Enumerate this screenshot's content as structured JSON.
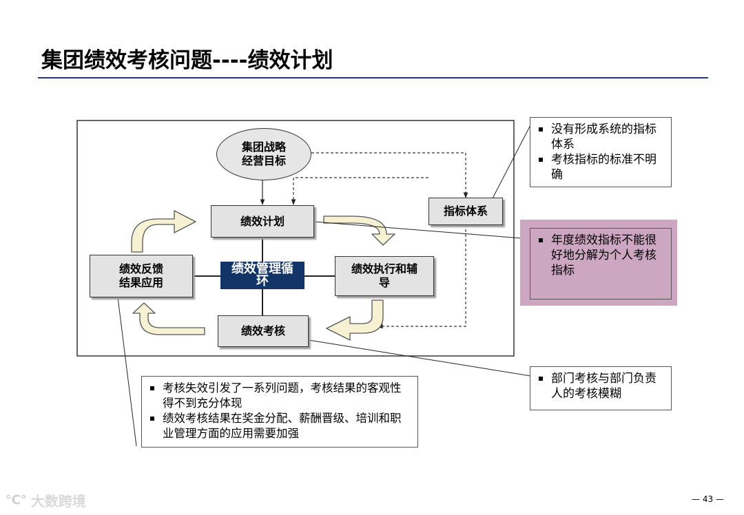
{
  "title": "集团绩效考核问题----绩效计划",
  "diagram": {
    "strategy_node": "集团战略\n经营目标",
    "plan_node": "绩效计划",
    "execution_node": "绩效执行和辅\n导",
    "assessment_node": "绩效考核",
    "feedback_node": "绩效反馈\n结果应用",
    "center_node": "绩效管理循\n环",
    "index_node": "指标体系"
  },
  "notes": {
    "index_issues": [
      "没有形成系统的指标体系",
      "考核指标的标准不明确"
    ],
    "annual_issue": [
      "年度绩效指标不能很好地分解为个人考核指标"
    ],
    "department_issue": [
      "部门考核与部门负责人的考核模糊"
    ],
    "result_issues": [
      "考核失效引发了一系列问题，考核结果的客观性得不到充分体现",
      "绩效考核结果在奖金分配、薪酬晋级、培训和职业管理方面的应用需要加强"
    ]
  },
  "colors": {
    "title_rule": "#1f3b73",
    "center_fill": "#133467",
    "highlight_fill": "#cda6c1",
    "arrow_fill": "#f7f1d4",
    "node_fill": "#e3e3e3"
  },
  "watermark": "大数跨境",
  "page_number": "— 43 —"
}
